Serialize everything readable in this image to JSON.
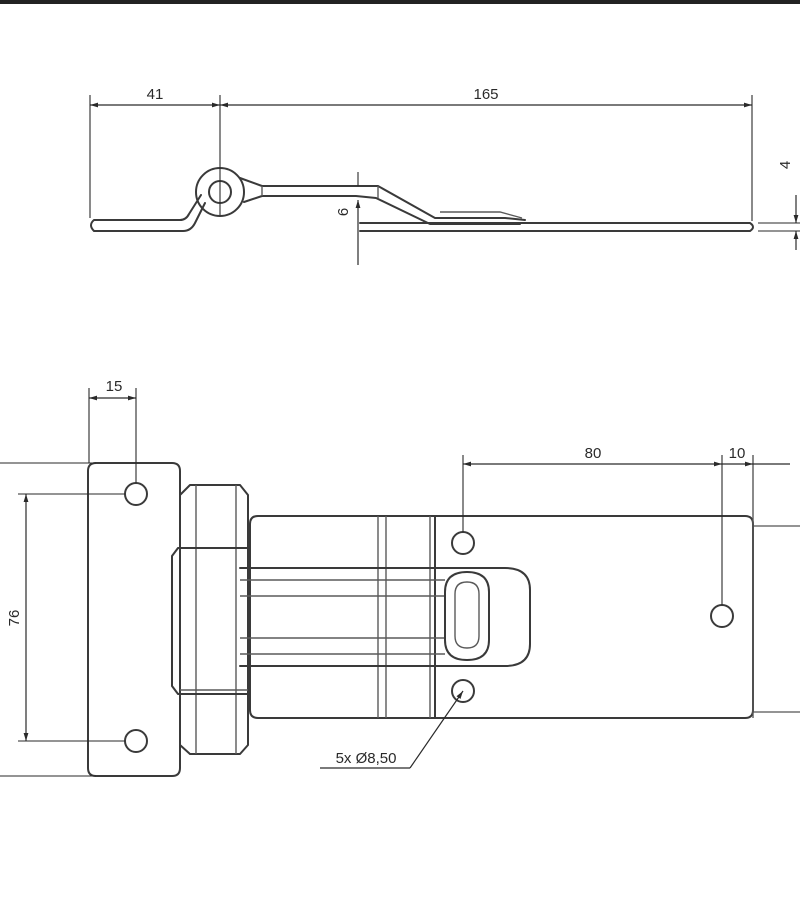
{
  "dimensions": {
    "side_view": {
      "d41": "41",
      "d165": "165",
      "d4": "4",
      "d6": "6"
    },
    "top_view": {
      "d15": "15",
      "d76": "76",
      "d80": "80",
      "d10": "10",
      "hole_callout": "5x Ø8,50"
    }
  }
}
